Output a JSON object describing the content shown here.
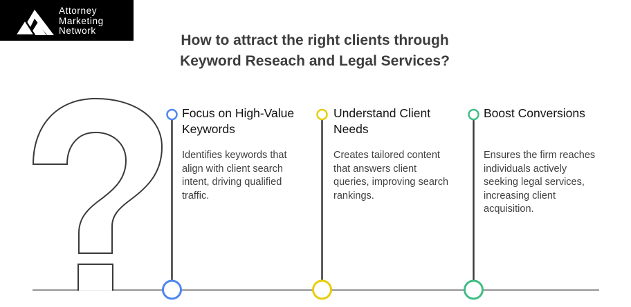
{
  "logo": {
    "line1": "Attorney",
    "line2": "Marketing",
    "line3": "Network"
  },
  "title": {
    "line1": "How to attract the right clients through",
    "line2": "Keyword Reseach and Legal Services?"
  },
  "steps": [
    {
      "title": "Focus on High-Value Keywords",
      "description": "Identifies keywords that align with client search intent, driving qualified traffic.",
      "color": "#4e86f0",
      "marker": "blue-circle"
    },
    {
      "title": "Understand Client Needs",
      "description": "Creates tailored content that answers client queries, improving search rankings.",
      "color": "#e8cd0e",
      "marker": "yellow-circle"
    },
    {
      "title": "Boost Conversions",
      "description": "Ensures the firm reaches individuals actively seeking legal services, increasing client acquisition.",
      "color": "#41bd84",
      "marker": "green-circle"
    }
  ],
  "colors": {
    "dark_line": "#3a3a3a",
    "gray_line": "#9a9a9a",
    "question_mark": "#3a3a3a"
  }
}
